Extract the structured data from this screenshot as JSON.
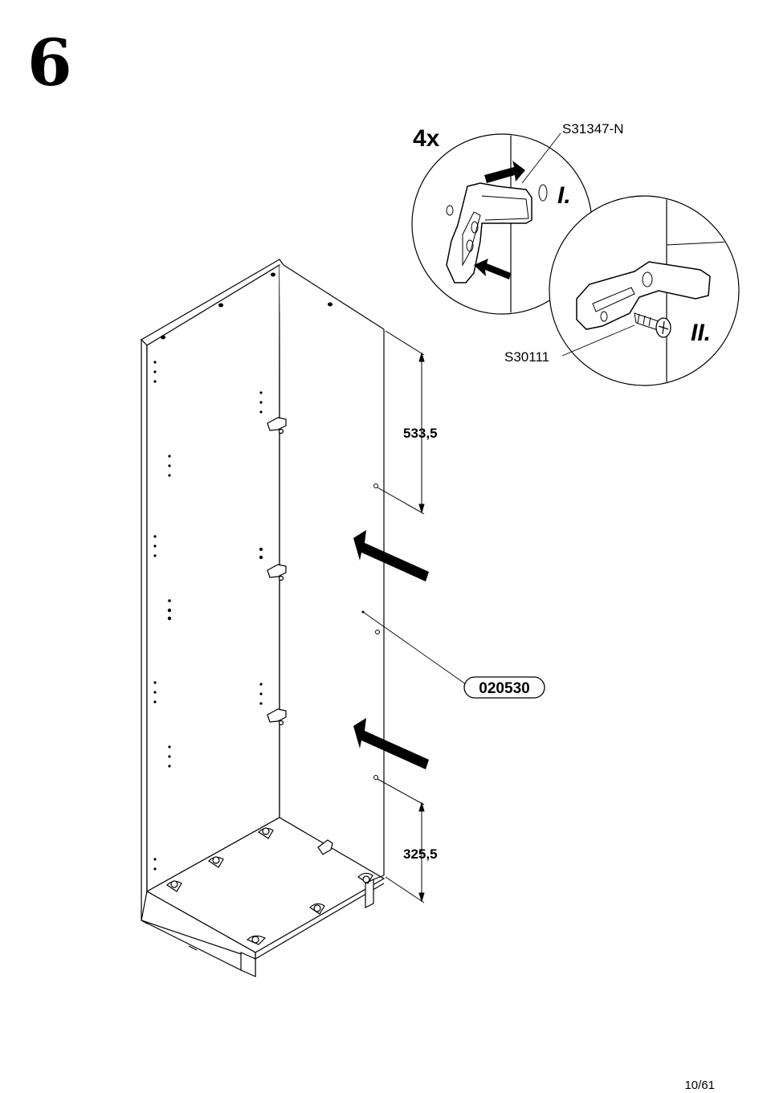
{
  "step": {
    "number": "6"
  },
  "detail": {
    "quantity": "4x",
    "part_bracket": "S31347-N",
    "part_screw": "S30111",
    "substep_1": "I.",
    "substep_2": "II."
  },
  "dimensions": {
    "upper": "533,5",
    "lower": "325,5"
  },
  "panel_part": "020530",
  "page_number": "10/61"
}
